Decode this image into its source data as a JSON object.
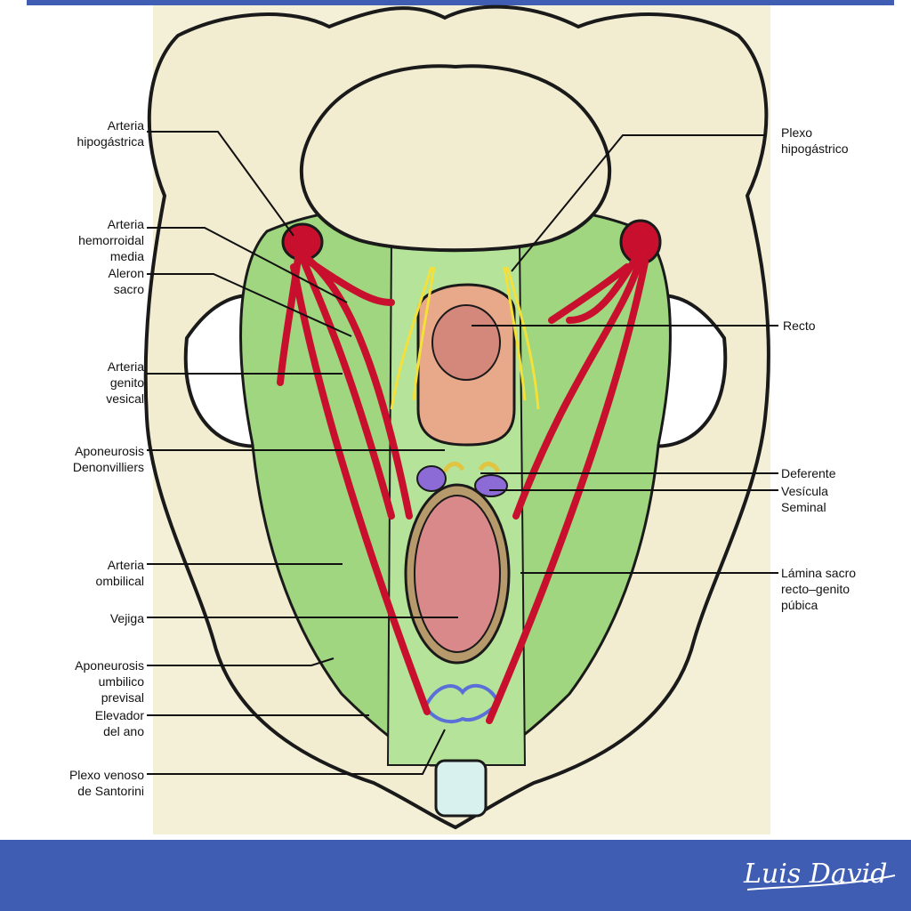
{
  "diagram": {
    "labels_left": [
      {
        "id": "arteria-hipogastrica",
        "text": "Arteria\nhipogástrica"
      },
      {
        "id": "arteria-hemorroidal-media",
        "text": "Arteria\nhemorroidal\nmedia"
      },
      {
        "id": "aleron-sacro",
        "text": "Aleron\nsacro"
      },
      {
        "id": "arteria-genito-vesical",
        "text": "Arteria\ngenito\nvesical"
      },
      {
        "id": "aponeurosis-denonvilliers",
        "text": "Aponeurosis\nDenonvilliers"
      },
      {
        "id": "arteria-ombilical",
        "text": "Arteria\nombilical"
      },
      {
        "id": "vejiga",
        "text": "Vejiga"
      },
      {
        "id": "aponeurosis-umbilico-prevesical",
        "text": "Aponeurosis\numbilico\nprevisal"
      },
      {
        "id": "elevador-del-ano",
        "text": "Elevador\ndel ano"
      },
      {
        "id": "plexo-venoso-santorini",
        "text": "Plexo venoso\nde Santorini"
      }
    ],
    "labels_right": [
      {
        "id": "plexo-hipogastrico",
        "text": "Plexo\nhipogástrico"
      },
      {
        "id": "recto",
        "text": "Recto"
      },
      {
        "id": "deferente",
        "text": "Deferente"
      },
      {
        "id": "vesicula-seminal",
        "text": "Vesícula\nSeminal"
      },
      {
        "id": "lamina-sacro-recto-genito-pubica",
        "text": "Lámina sacro\nrecto–genito\npúbica"
      }
    ],
    "signature": "Luis David",
    "colors": {
      "bone": "#f2ecd0",
      "fascia_green": "#9fd67f",
      "artery_red": "#c8102e",
      "nerve_yellow": "#f3e03a",
      "rectum": "#e8a88a",
      "bladder": "#d9898a",
      "vein_blue": "#5b6fd8",
      "brand_blue": "#3f5db3"
    }
  }
}
